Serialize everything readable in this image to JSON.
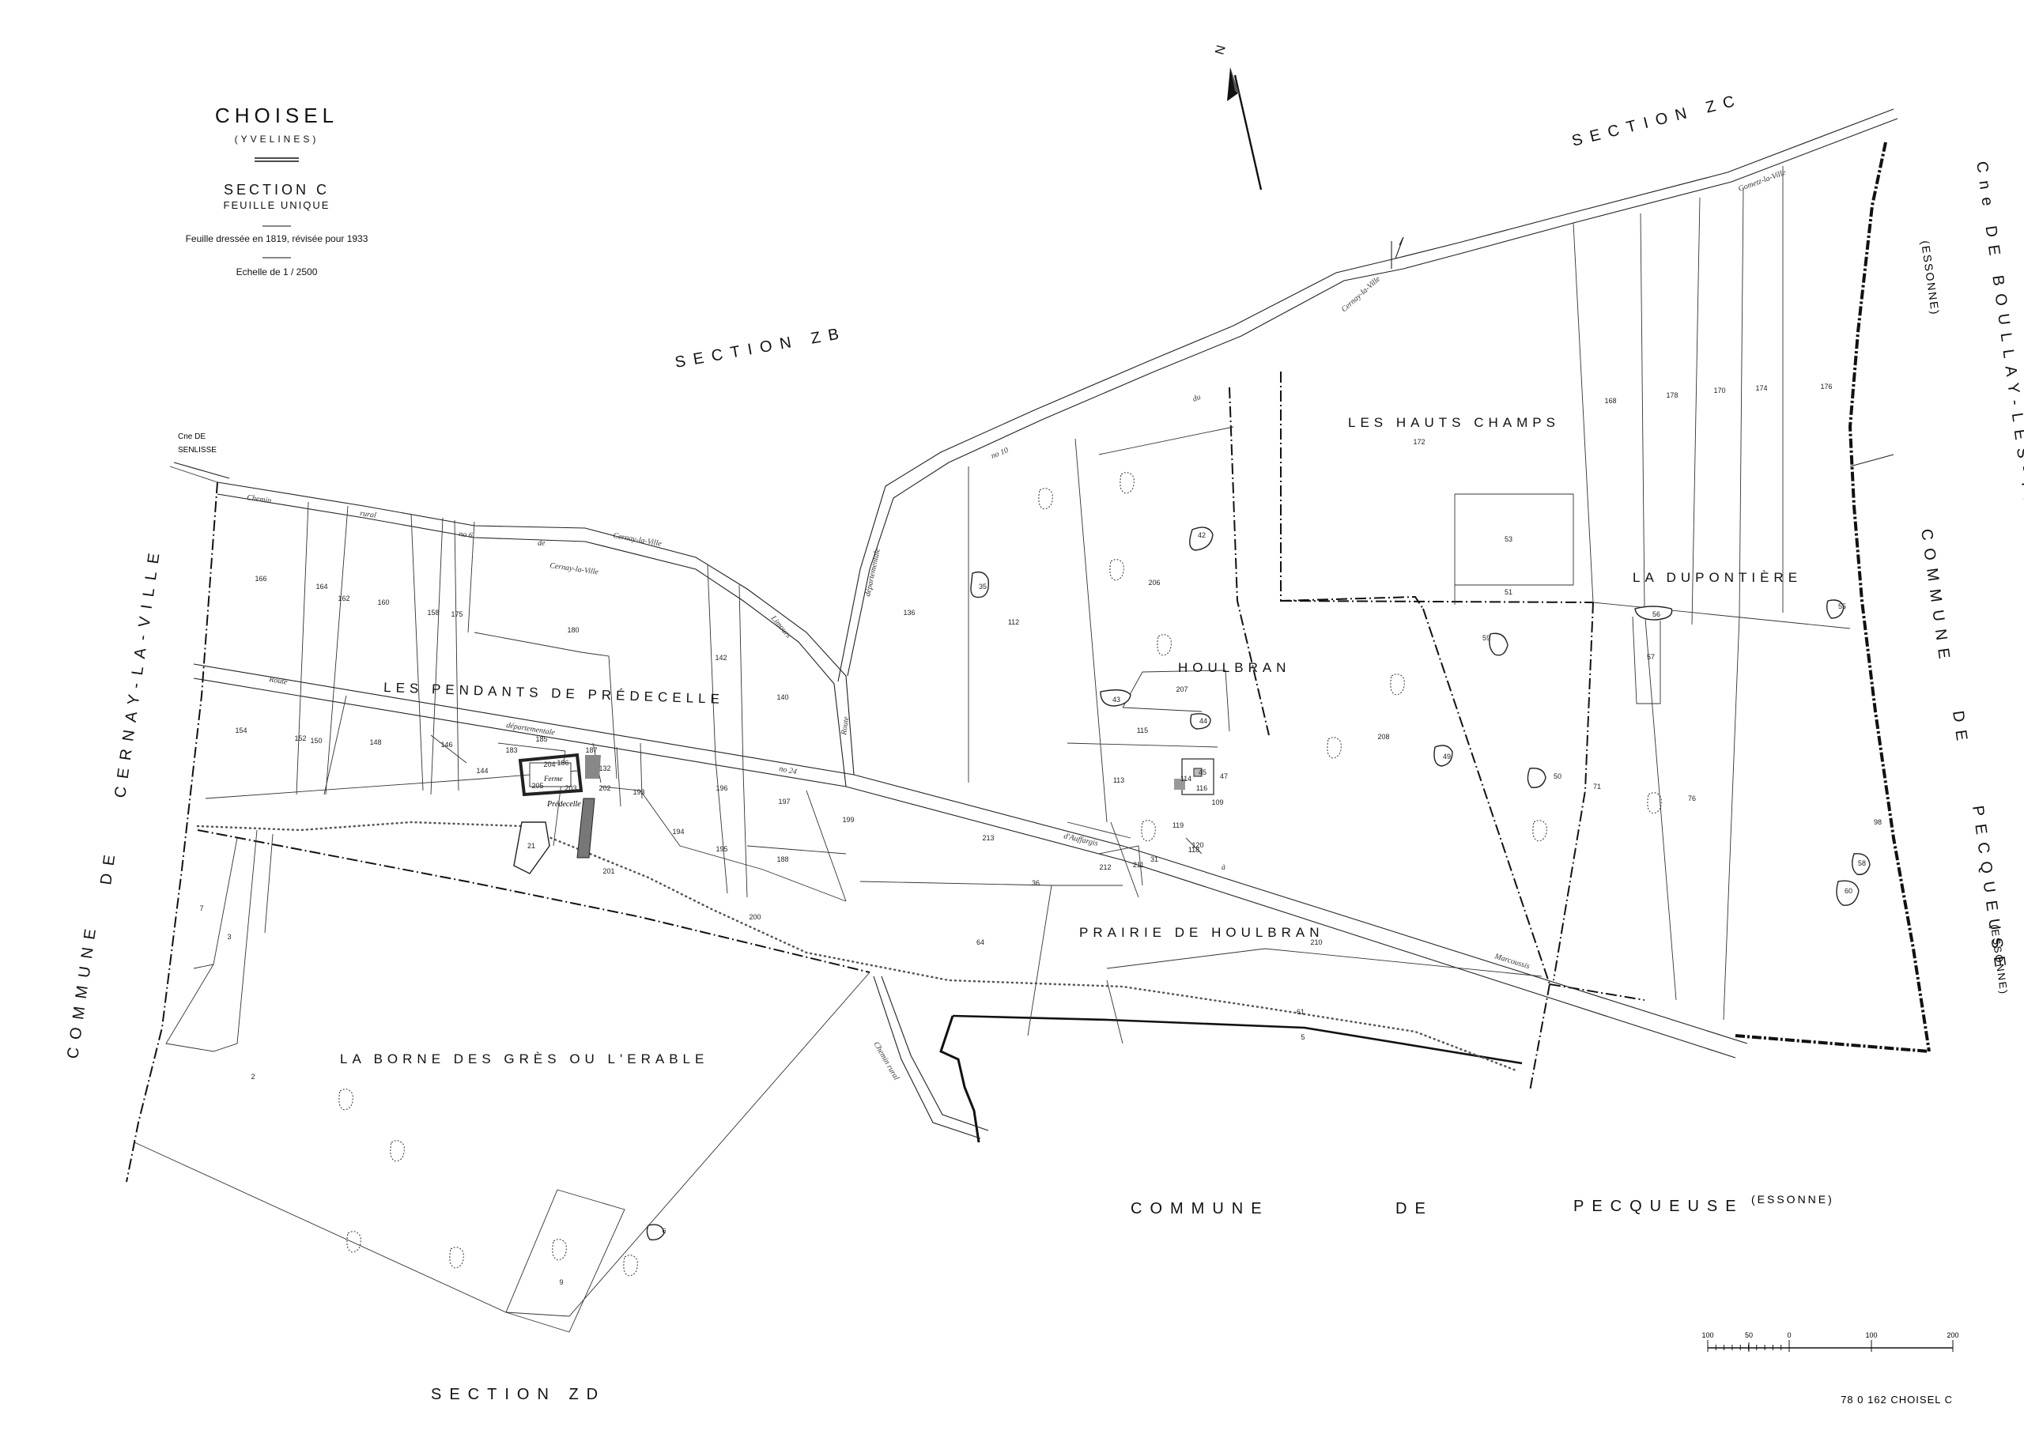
{
  "header": {
    "commune": "CHOISEL",
    "department": "(YVELINES)",
    "section": "SECTION C",
    "sheet": "FEUILLE UNIQUE",
    "history": "Feuille dressée en 1819, révisée pour 1933",
    "scale": "Echelle de 1 / 2500"
  },
  "area_labels": {
    "section_zc": "SECTION ZC",
    "section_zb": "SECTION ZB",
    "section_zd": "SECTION ZD",
    "cne_senlisse_1": "Cne DE",
    "cne_senlisse_2": "SENLISSE",
    "cernay": "CERNAY-LA-VILLE",
    "commune_de_left": "DE",
    "commune_left": "COMMUNE",
    "boullay_1": "Cne DE BOULLAY-LES-TROUX",
    "boullay_2": "(ESSONNE)",
    "commune_right": "COMMUNE",
    "de_right": "DE",
    "pecqueuse_right": "PECQUEUSE",
    "essonne_right": "(ESSONNE)",
    "commune_bottom": "COMMUNE",
    "de_bottom": "DE",
    "pecqueuse_bottom": "PECQUEUSE",
    "essonne_bottom": "(ESSONNE)"
  },
  "lieux_dits": {
    "pendants": "LES PENDANTS DE PRÉDECELLE",
    "hauts_champs": "LES HAUTS CHAMPS",
    "dupontiere": "LA DUPONTIÈRE",
    "houlbran": "HOULBRAN",
    "prairie": "PRAIRIE DE HOULBRAN",
    "borne": "LA BORNE DES GRÈS OU L'ERABLE",
    "predecelle": "Prédecelle",
    "ferme": "Ferme"
  },
  "roads": {
    "chemin": "Chemin",
    "rural": "rural",
    "n6": "no 6",
    "de": "de",
    "cernay_ville": "Cernay-la-Ville",
    "cernay_ville_2": "Cernay-la-Ville",
    "cernay_ville_3": "Cernay-la-Ville",
    "gometz": "Gometz-la-Ville",
    "n10": "no 10",
    "du": "du",
    "route": "Route",
    "departementale": "départementale",
    "n24": "no 24",
    "daufargis": "d'Auffargis",
    "a": "à",
    "marcoussis": "Marcoussis",
    "departementale_2": "départementale",
    "route_2": "Route",
    "limours": "Limours",
    "chemin_rural": "Chemin rural"
  },
  "parcels": [
    "166",
    "164",
    "162",
    "160",
    "158",
    "175",
    "180",
    "154",
    "152",
    "150",
    "148",
    "146",
    "144",
    "183",
    "185",
    "204",
    "205",
    "186",
    "187",
    "202",
    "203",
    "132",
    "193",
    "194",
    "195",
    "196",
    "197",
    "188",
    "142",
    "140",
    "199",
    "200",
    "201",
    "7",
    "3",
    "2",
    "136",
    "112",
    "206",
    "207",
    "208",
    "115",
    "113",
    "114",
    "116",
    "119",
    "118",
    "109",
    "120",
    "211",
    "212",
    "213",
    "64",
    "210",
    "61",
    "172",
    "53",
    "51",
    "168",
    "178",
    "170",
    "174",
    "176",
    "56",
    "55",
    "57",
    "71",
    "76",
    "98",
    "58",
    "60",
    "59",
    "50",
    "49",
    "43",
    "44",
    "45",
    "42",
    "35",
    "36",
    "31",
    "9",
    "6",
    "5",
    "21",
    "47"
  ],
  "scalebar": {
    "ticks": [
      "100",
      "50",
      "0",
      "100",
      "200"
    ]
  },
  "footer": {
    "reference": "78 0 162 CHOISEL C"
  }
}
